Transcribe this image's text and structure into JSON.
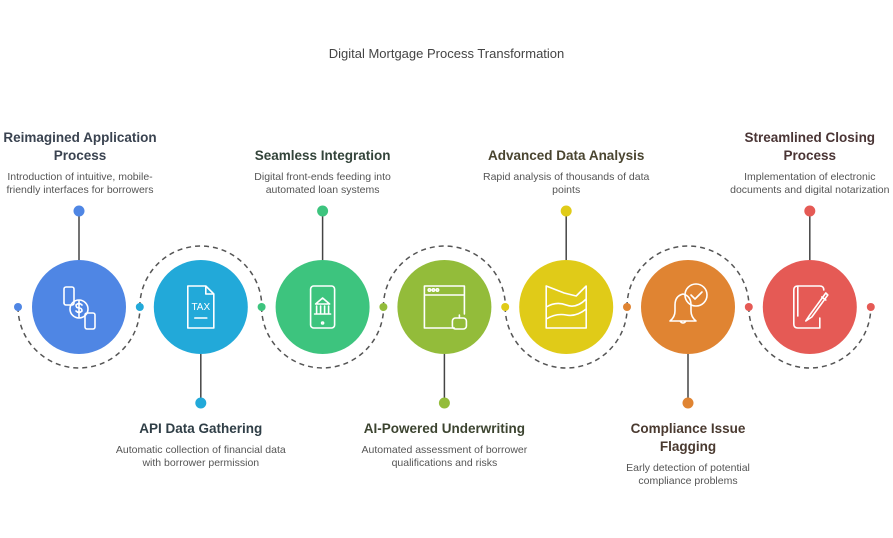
{
  "title": "Digital Mortgage Process Transformation",
  "steps": [
    {
      "title": "Reimagined Application Process",
      "desc": "Introduction of intuitive, mobile-friendly interfaces for borrowers",
      "color": "#4F86E4",
      "text_color": "#3A4350",
      "icon": "mobile-dollar-icon",
      "position": "top"
    },
    {
      "title": "API Data Gathering",
      "desc": "Automatic collection of financial data with borrower permission",
      "color": "#22A9D9",
      "text_color": "#2F3E46",
      "icon": "tax-document-icon",
      "position": "bottom"
    },
    {
      "title": "Seamless Integration",
      "desc": "Digital front-ends feeding into automated loan systems",
      "color": "#3DC47E",
      "text_color": "#33443A",
      "icon": "mobile-bank-icon",
      "position": "top"
    },
    {
      "title": "AI-Powered Underwriting",
      "desc": "Automated assessment of borrower qualifications and risks",
      "color": "#93BC3A",
      "text_color": "#3C4430",
      "icon": "browser-robot-icon",
      "position": "bottom"
    },
    {
      "title": "Advanced Data Analysis",
      "desc": "Rapid analysis of thousands of data points",
      "color": "#E0CB18",
      "text_color": "#4A4530",
      "icon": "area-chart-icon",
      "position": "top"
    },
    {
      "title": "Compliance Issue Flagging",
      "desc": "Early detection of potential compliance problems",
      "color": "#E08432",
      "text_color": "#4A3A30",
      "icon": "bell-check-icon",
      "position": "bottom"
    },
    {
      "title": "Streamlined Closing Process",
      "desc": "Implementation of electronic documents and digital notarization",
      "color": "#E55A55",
      "text_color": "#4A3535",
      "icon": "document-pen-icon",
      "position": "top"
    }
  ]
}
